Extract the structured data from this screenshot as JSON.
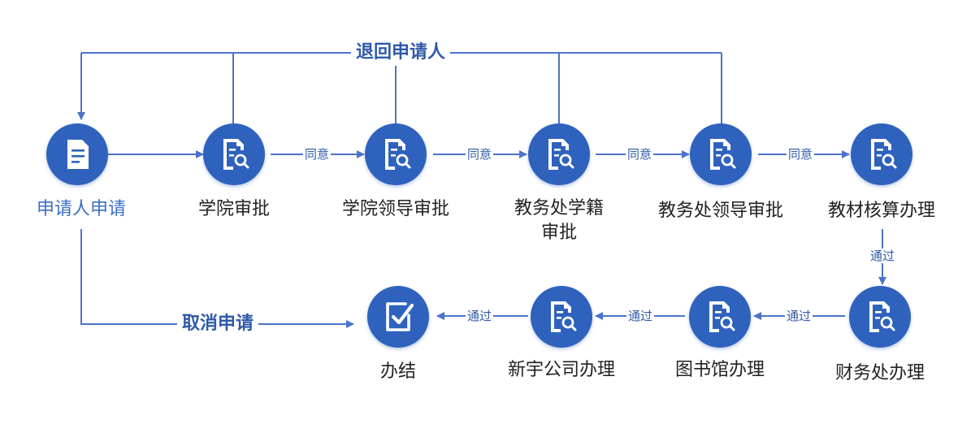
{
  "colors": {
    "accent": "#2f62bd",
    "line": "#4a74c9",
    "start_text": "#3c6ec4"
  },
  "nodes": [
    {
      "id": "apply",
      "label": "申请人申请",
      "icon": "document-icon"
    },
    {
      "id": "college",
      "label": "学院审批",
      "icon": "document-search-icon"
    },
    {
      "id": "college_lead",
      "label": "学院领导审批",
      "icon": "document-search-icon"
    },
    {
      "id": "registry",
      "label": "教务处学籍审批",
      "icon": "document-search-icon"
    },
    {
      "id": "registry_lead",
      "label": "教务处领导审批",
      "icon": "document-search-icon"
    },
    {
      "id": "textbook",
      "label": "教材核算办理",
      "icon": "document-search-icon"
    },
    {
      "id": "finance",
      "label": "财务处办理",
      "icon": "document-search-icon"
    },
    {
      "id": "library",
      "label": "图书馆办理",
      "icon": "document-search-icon"
    },
    {
      "id": "xinyu",
      "label": "新宇公司办理",
      "icon": "document-search-icon"
    },
    {
      "id": "done",
      "label": "办结",
      "icon": "checkbox-icon"
    }
  ],
  "edge_labels": {
    "agree": "同意",
    "pass": "通过",
    "return": "退回申请人",
    "cancel": "取消申请"
  }
}
